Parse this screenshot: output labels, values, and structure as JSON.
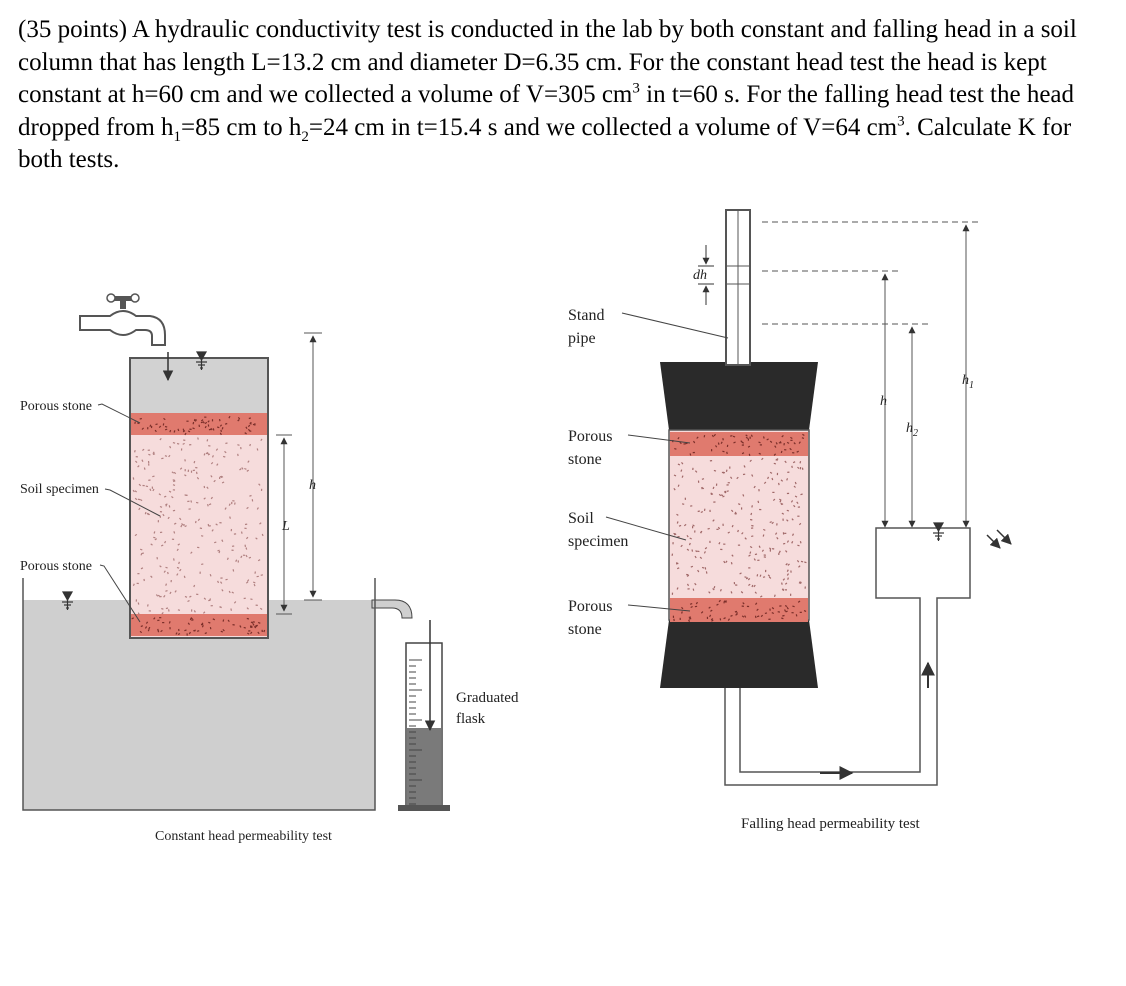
{
  "problem": {
    "part1": "(35 points) A hydraulic conductivity test is conducted in the lab by both constant and falling head in a soil column that has length L=13.2 cm and diameter D=6.35 cm. For the constant head test the head is kept constant at h=60 cm and we collected a volume of V=305 cm",
    "sup1": "3",
    "part2": " in t=60 s. For the falling head test the head dropped from h",
    "sub1": "1",
    "part3": "=85 cm to h",
    "sub2": "2",
    "part4": "=24 cm in t=15.4 s and we collected a volume of V=64 cm",
    "sup2": "3",
    "part5": ". Calculate K for both tests."
  },
  "constant_head": {
    "porous_stone_top": "Porous stone",
    "soil_specimen": "Soil specimen",
    "porous_stone_bottom": "Porous stone",
    "h": "h",
    "L": "L",
    "graduated": "Graduated",
    "flask": "flask",
    "caption": "Constant head permeability test"
  },
  "falling_head": {
    "stand": "Stand",
    "pipe": "pipe",
    "porous1": "Porous",
    "stone1": "stone",
    "soil": "Soil",
    "specimen": "specimen",
    "porous2": "Porous",
    "stone2": "stone",
    "dh": "dh",
    "h": "h",
    "h1_base": "h",
    "h1_sub": "1",
    "h2_base": "h",
    "h2_sub": "2",
    "caption": "Falling head permeability test"
  },
  "colors": {
    "porous_stone": "#e07a6e",
    "soil": "#f6dcdc",
    "water": "#cfcfcf",
    "dark_funnel": "#2a2a2a"
  }
}
